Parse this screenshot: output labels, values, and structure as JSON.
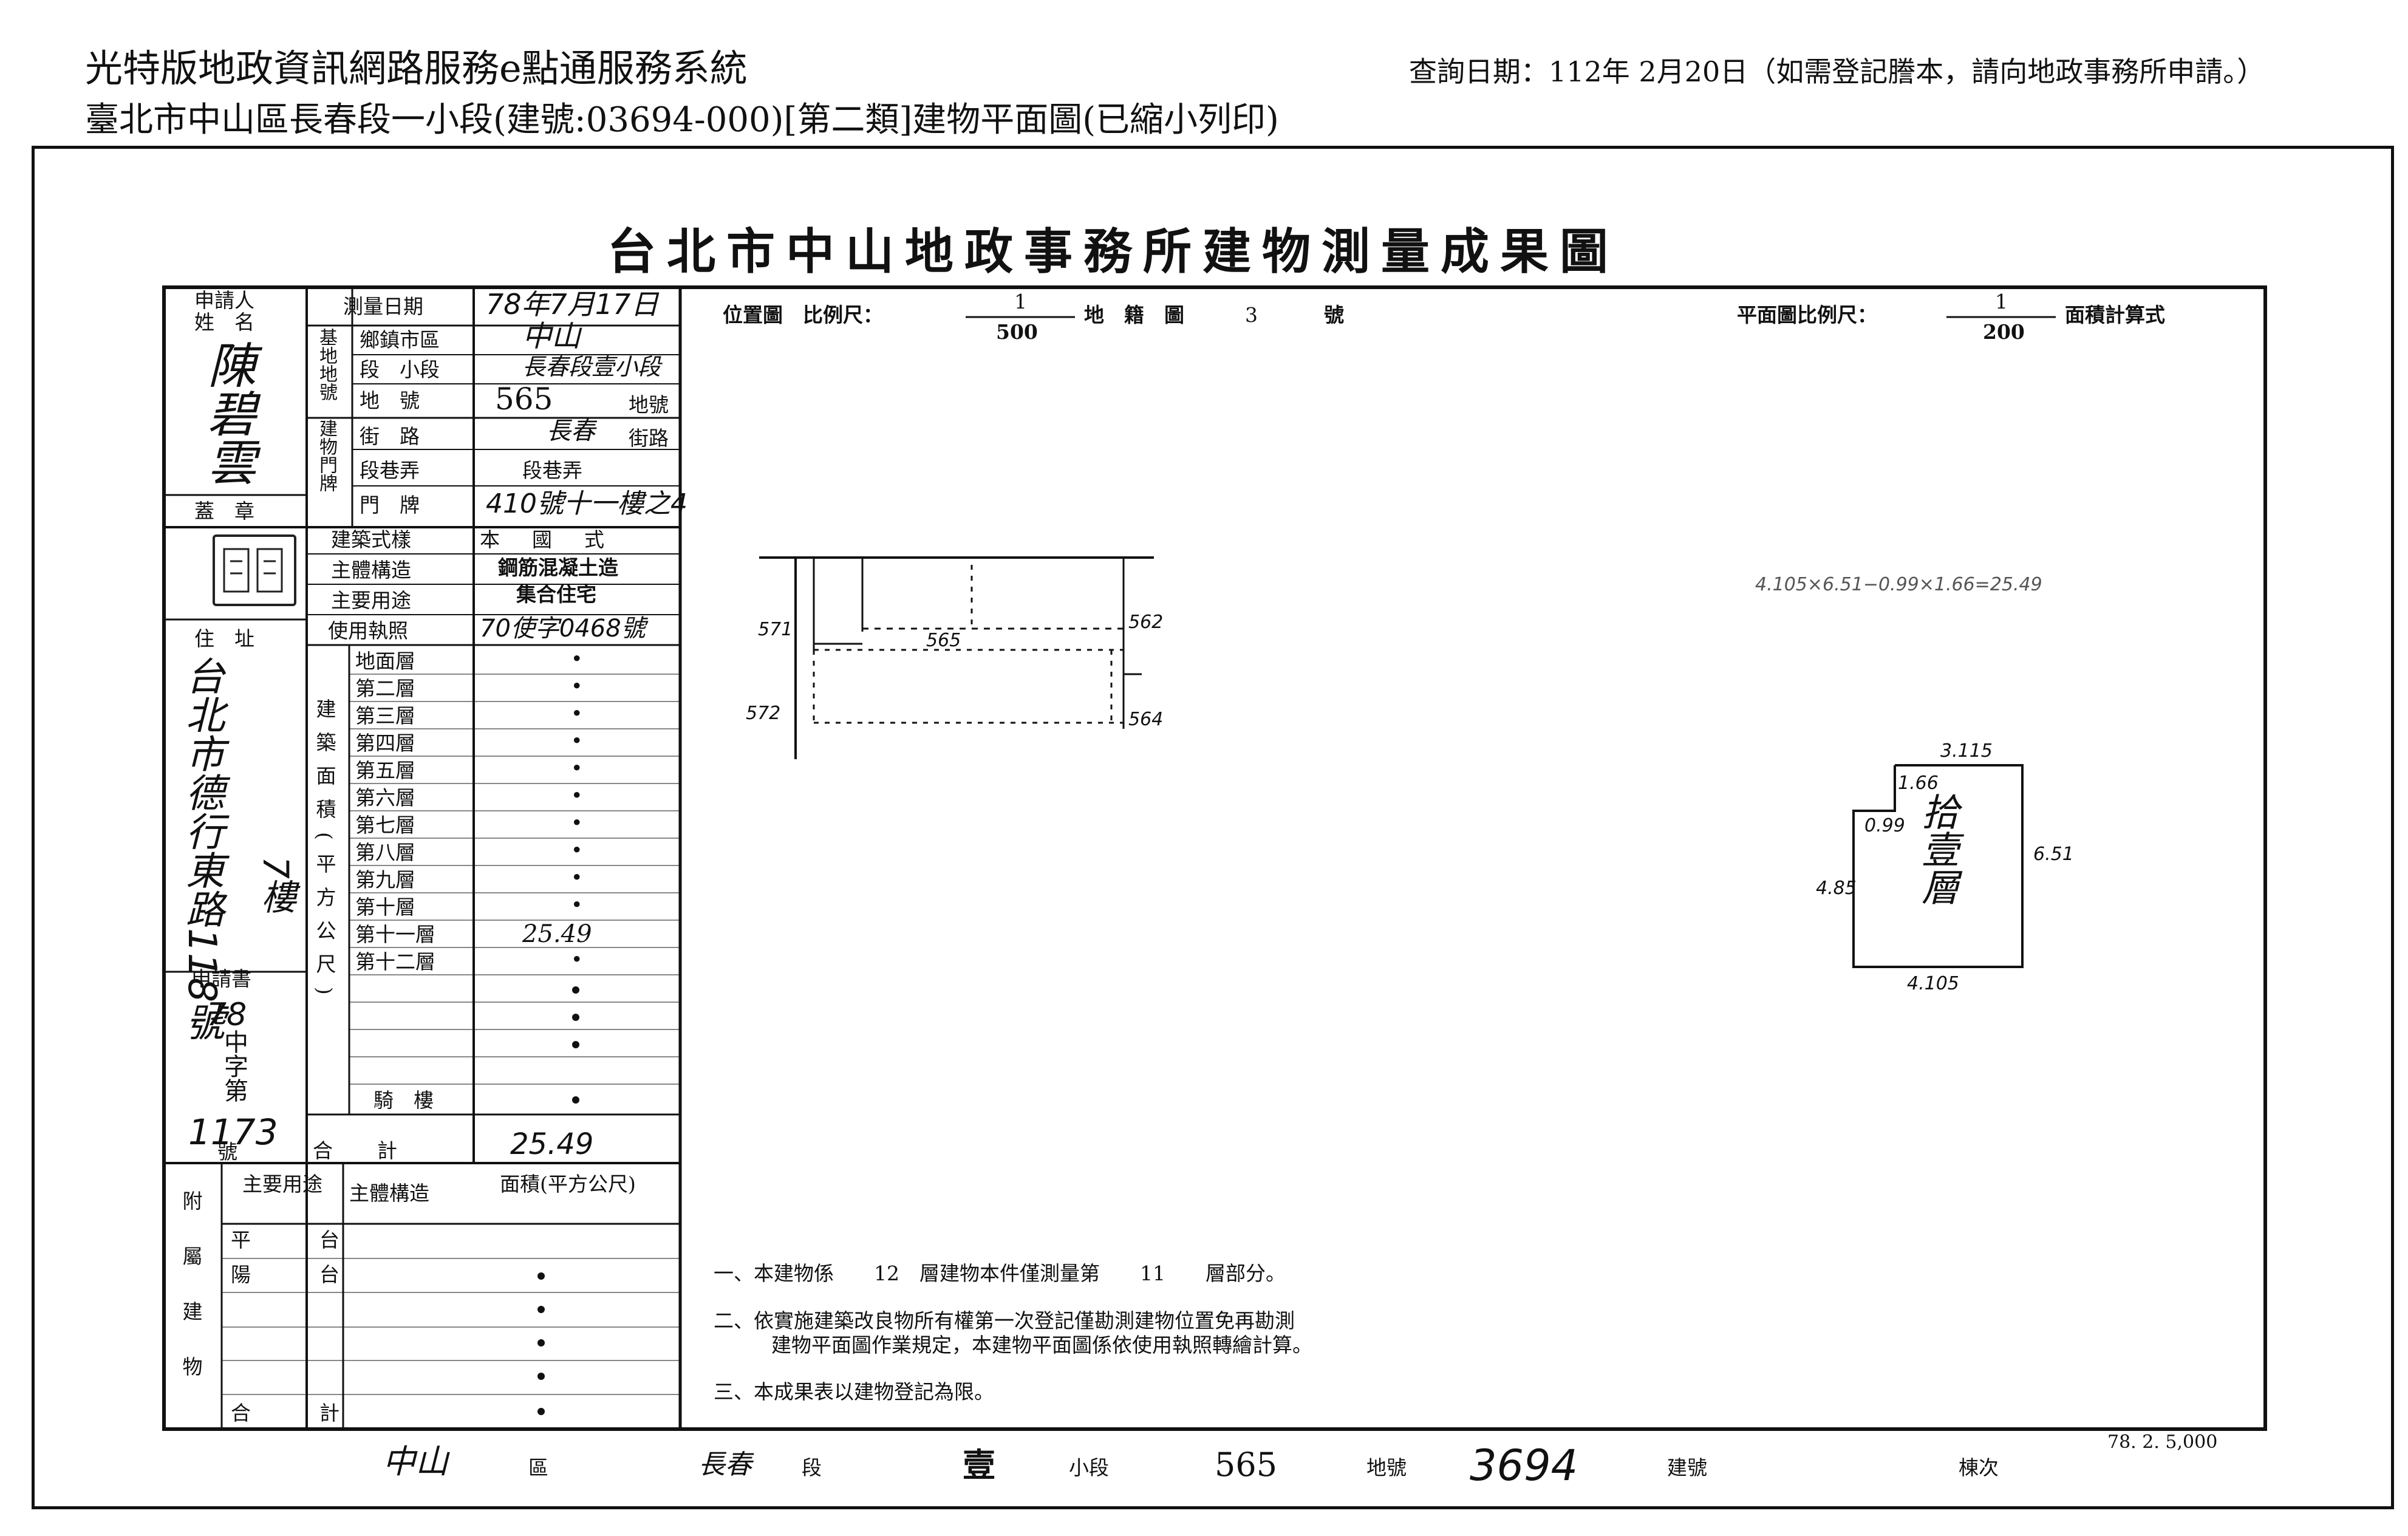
{
  "header": {
    "system_title": "光特版地政資訊網路服務e點通服務系統",
    "query_date": "查詢日期：112年 2月20日（如需登記謄本，請向地政事務所申請。）",
    "doc_subtitle": "臺北市中山區長春段一小段(建號:03694-000)[第二類]建物平面圖(已縮小列印)"
  },
  "form": {
    "title": "台北市中山地政事務所建物測量成果圖",
    "left": {
      "applicant_label_1": "申請人",
      "applicant_label_2": "姓　名",
      "applicant_name": "陳碧雲",
      "seal_label": "蓋　章",
      "address_label": "住　址",
      "address_value": "台北市德行東路118號",
      "address_floor": "7樓",
      "application_label": "申請書",
      "application_year": "78",
      "application_word": "中字第",
      "application_no": "1173",
      "application_no_suffix": "號"
    },
    "survey": {
      "survey_date_label": "測量日期",
      "survey_date_value": "78年7月17日",
      "base_label": "基地地號",
      "township_label": "鄉鎮市區",
      "township_value": "中山",
      "section_label": "段　小段",
      "section_value": "長春段壹小段",
      "lot_label": "地　號",
      "lot_value": "565",
      "lot_suffix": "地號",
      "door_label": "建物門牌",
      "street_label": "街　路",
      "street_value": "長春",
      "street_suffix": "街路",
      "lane_label": "段巷弄",
      "lane_value": "段巷弄",
      "number_label": "門　牌",
      "number_value": "410號十一樓之4"
    },
    "building": {
      "style_label": "建築式樣",
      "style_value": "本　國　式",
      "structure_label": "主體構造",
      "structure_value": "鋼筋混凝土造",
      "use_label": "主要用途",
      "use_value": "集合住宅",
      "permit_label": "使用執照",
      "permit_value": "70使字0468號",
      "area_group_label": "建築面積(平方公尺)",
      "floors": [
        {
          "label": "地面層",
          "value": "•"
        },
        {
          "label": "第二層",
          "value": "•"
        },
        {
          "label": "第三層",
          "value": "•"
        },
        {
          "label": "第四層",
          "value": "•"
        },
        {
          "label": "第五層",
          "value": "•"
        },
        {
          "label": "第六層",
          "value": "•"
        },
        {
          "label": "第七層",
          "value": "•"
        },
        {
          "label": "第八層",
          "value": "•"
        },
        {
          "label": "第九層",
          "value": "•"
        },
        {
          "label": "第十層",
          "value": "•"
        },
        {
          "label": "第十一層",
          "value": "25.49"
        },
        {
          "label": "第十二層",
          "value": "•"
        }
      ],
      "arcade_label": "騎　樓",
      "total_label": "合　計",
      "total_value": "25.49"
    },
    "annex": {
      "group_label": "附屬建物",
      "use_label": "主要用途",
      "struct_label": "主體構造",
      "area_label": "面積(平方公尺)",
      "rows": [
        {
          "label": "平　台",
          "value": ""
        },
        {
          "label": "陽　台",
          "value": ""
        }
      ],
      "total_label": "合　計"
    },
    "location_map": {
      "scale_label": "位置圖　比例尺：",
      "scale_num": "1",
      "scale_den": "500",
      "sheet_label": "地　籍　圖",
      "sheet_no": "3",
      "sheet_suffix": "號",
      "lots": [
        "571",
        "562",
        "565",
        "572",
        "564"
      ]
    },
    "floor_plan": {
      "scale_label": "平面圖比例尺：",
      "scale_num": "1",
      "scale_den": "200",
      "area_calc_label": "面積計算式",
      "calc_formula": "4.105×6.51−0.99×1.66=25.49",
      "floor_name": "拾壹層",
      "dims": [
        "3.115",
        "1.66",
        "0.99",
        "6.51",
        "4.85",
        "4.105"
      ]
    },
    "notes": [
      "一、本建物係　　12　層建物本件僅測量第　　11　　層部分。",
      "二、依實施建築改良物所有權第一次登記僅勘測建物位置免再勘測",
      "建物平面圖作業規定，本建物平面圖係依使用執照轉繪計算。",
      "三、本成果表以建物登記為限。"
    ],
    "footer": {
      "district_value": "中山",
      "district_label": "區",
      "section_value": "長春",
      "section_label": "段",
      "subsection_value": "壹",
      "subsection_label": "小段",
      "lot_value": "565",
      "lot_label": "地號",
      "building_no": "3694",
      "building_label": "建號",
      "bldg_seq_label": "棟次",
      "print_stamp": "78. 2. 5,000"
    }
  }
}
